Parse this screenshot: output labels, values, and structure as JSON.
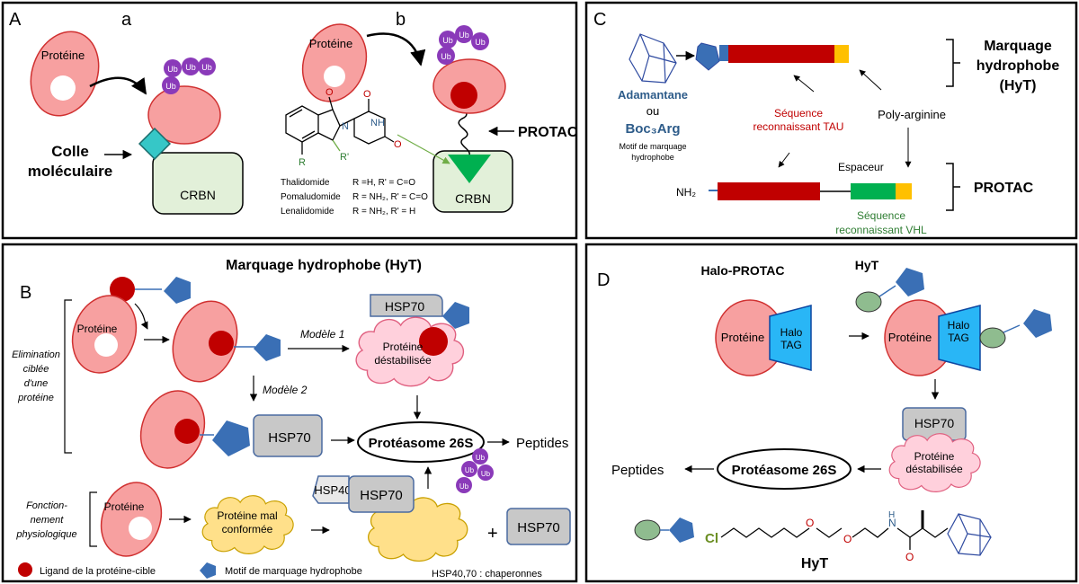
{
  "panelA": {
    "letter": "A",
    "sub_a": "a",
    "sub_b": "b",
    "protein": "Protéine",
    "ub": "Ub",
    "glue_line1": "Colle",
    "glue_line2": "moléculaire",
    "crbn": "CRBN",
    "protac": "PROTAC",
    "drugs": [
      {
        "name": "Thalidomide",
        "subst": "R =H, R' = C=O"
      },
      {
        "name": "Pomaludomide",
        "subst": "R = NH₂, R' = C=O"
      },
      {
        "name": "Lenalidomide",
        "subst": "R = NH₂, R' = H"
      }
    ],
    "chem": {
      "nh": "NH",
      "o": "O",
      "n": "N",
      "r": "R",
      "rp": "R'"
    }
  },
  "panelC": {
    "letter": "C",
    "adamantane": "Adamantane",
    "ou": "ou",
    "boc": "Boc₃Arg",
    "motif_line1": "Motif de marquage",
    "motif_line2": "hydrophobe",
    "tau_line1": "Séquence",
    "tau_line2": "reconnaissant TAU",
    "polyarg": "Poly-arginine",
    "spacer": "Espaceur",
    "nh2": "NH₂",
    "vhl_line1": "Séquence",
    "vhl_line2": "reconnaissant VHL",
    "hyt_line1": "Marquage",
    "hyt_line2": "hydrophobe",
    "hyt_line3": "(HyT)",
    "protac": "PROTAC"
  },
  "panelB": {
    "letter": "B",
    "title": "Marquage hydrophobe (HyT)",
    "protein": "Protéine",
    "elim_lines": [
      "Elimination",
      "ciblée",
      "d'une",
      "protéine"
    ],
    "model1": "Modèle 1",
    "model2": "Modèle 2",
    "hsp70": "HSP70",
    "hsp40": "HSP40",
    "destab_line1": "Protéine",
    "destab_line2": "déstabilisée",
    "proteasome": "Protéasome 26S",
    "peptides": "Peptides",
    "fonction_lines": [
      "Fonction-",
      "nement",
      "physiologique"
    ],
    "misfold_line1": "Protéine mal",
    "misfold_line2": "conformée",
    "plus": "+",
    "ub": "Ub",
    "legend_ligand": "Ligand de la protéine-cible",
    "legend_motif": "Motif de marquage hydrophobe",
    "legend_chaperones": "HSP40,70 : chaperonnes"
  },
  "panelD": {
    "letter": "D",
    "halo_protac": "Halo-PROTAC",
    "hyt": "HyT",
    "protein": "Protéine",
    "halo": "Halo",
    "tag": "TAG",
    "hsp70": "HSP70",
    "destab_line1": "Protéine",
    "destab_line2": "déstabilisée",
    "proteasome": "Protéasome 26S",
    "peptides": "Peptides",
    "cl": "Cl",
    "o": "O",
    "n": "N",
    "h": "H",
    "hyt_bottom": "HyT"
  },
  "colors": {
    "protein_fill": "#f7a0a0",
    "protein_stroke": "#d03030",
    "ligand": "#c00000",
    "motif": "#3a6fb5",
    "ub": "#8a3ab9",
    "crbn_fill": "#e2f0d9",
    "hsp_fill": "#c8c8c8",
    "hsp_stroke": "#4a6aa0",
    "cloud_fill": "#ffd0dc",
    "cloud_stroke": "#e06080",
    "misfold_fill": "#ffe08a",
    "halo_fill": "#29b6f6",
    "tau_red": "#c00000",
    "yellow": "#ffc000",
    "vhl_green": "#00b050",
    "text_green": "#2e7d32",
    "text_blue": "#2e5c8a"
  }
}
